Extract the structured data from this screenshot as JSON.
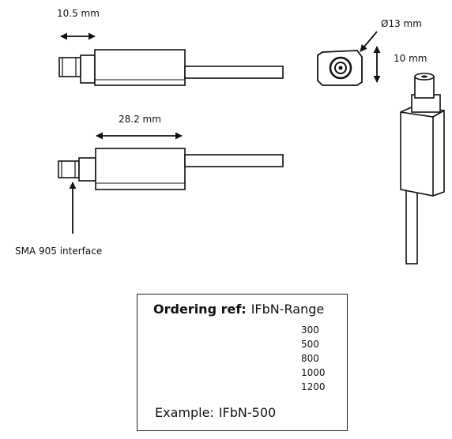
{
  "dimensions": {
    "tip_length": "10.5 mm",
    "body_length": "28.2 mm",
    "tip_diameter": "Ø13 mm",
    "body_width": "10 mm"
  },
  "interface_label": "SMA 905 interface",
  "ordering": {
    "label": "Ordering ref:",
    "value": "IFbN-Range",
    "ranges": [
      "300",
      "500",
      "800",
      "1000",
      "1200"
    ],
    "example_label": "Example:",
    "example_value": "IFbN-500"
  }
}
